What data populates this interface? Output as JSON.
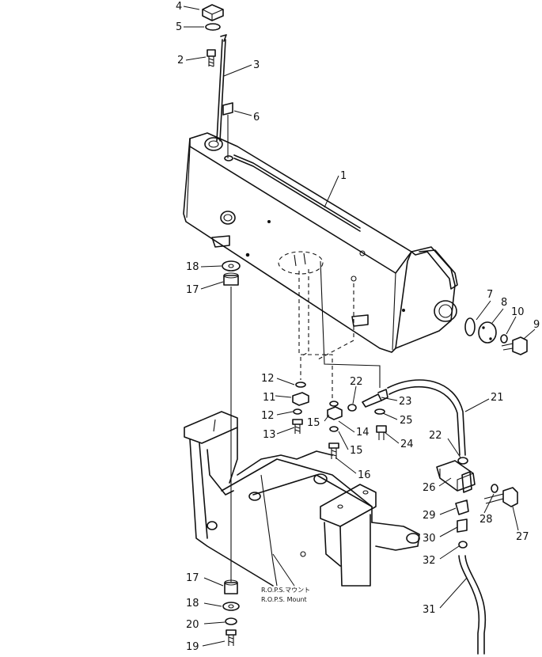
{
  "diagram": {
    "note_lines": [
      "R.O.P.S.マウント",
      "R.O.P.S. Mount"
    ],
    "callouts": [
      {
        "label": "4"
      },
      {
        "label": "5"
      },
      {
        "label": "2"
      },
      {
        "label": "3"
      },
      {
        "label": "6"
      },
      {
        "label": "1"
      },
      {
        "label": "18"
      },
      {
        "label": "17"
      },
      {
        "label": "7"
      },
      {
        "label": "8"
      },
      {
        "label": "10"
      },
      {
        "label": "9"
      },
      {
        "label": "12"
      },
      {
        "label": "11"
      },
      {
        "label": "12"
      },
      {
        "label": "13"
      },
      {
        "label": "22"
      },
      {
        "label": "23"
      },
      {
        "label": "15"
      },
      {
        "label": "25"
      },
      {
        "label": "14"
      },
      {
        "label": "24"
      },
      {
        "label": "15"
      },
      {
        "label": "16"
      },
      {
        "label": "21"
      },
      {
        "label": "22"
      },
      {
        "label": "26"
      },
      {
        "label": "28"
      },
      {
        "label": "29"
      },
      {
        "label": "27"
      },
      {
        "label": "30"
      },
      {
        "label": "32"
      },
      {
        "label": "17"
      },
      {
        "label": "18"
      },
      {
        "label": "20"
      },
      {
        "label": "31"
      },
      {
        "label": "19"
      }
    ]
  }
}
